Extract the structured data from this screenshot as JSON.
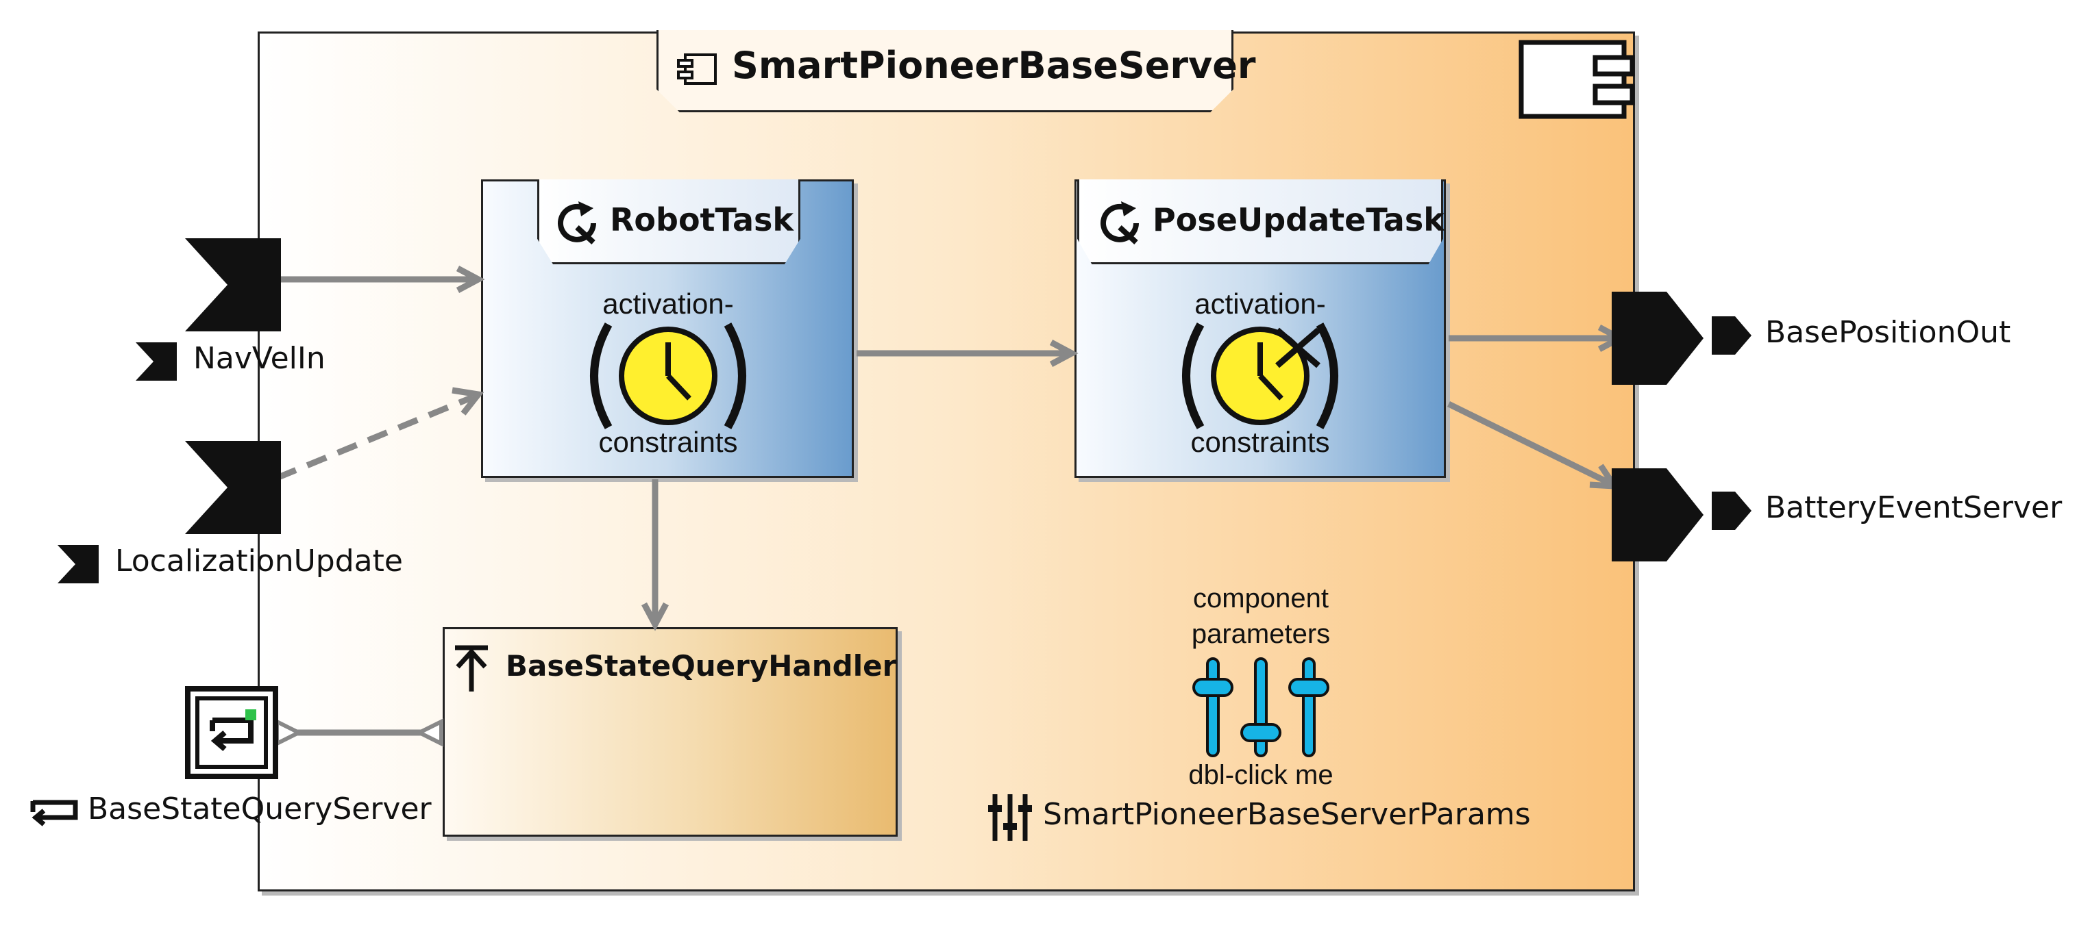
{
  "component": {
    "name": "SmartPioneerBaseServer"
  },
  "tasks": [
    {
      "name": "RobotTask",
      "activation_top": "activation-",
      "activation_bottom": "constraints"
    },
    {
      "name": "PoseUpdateTask",
      "activation_top": "activation-",
      "activation_bottom": "constraints"
    }
  ],
  "handler": {
    "name": "BaseStateQueryHandler"
  },
  "ports": {
    "inputs": [
      "NavVelIn",
      "LocalizationUpdate"
    ],
    "query_server": "BaseStateQueryServer",
    "outputs": [
      "BasePositionOut",
      "BatteryEventServer"
    ]
  },
  "parameters": {
    "line1": "component",
    "line2": "parameters",
    "hint": "dbl-click me",
    "name": "SmartPioneerBaseServerParams"
  },
  "colors": {
    "component_gradient_end": "#fac27a",
    "task_gradient_end": "#6a9ccd",
    "clock_fill": "#ffef2e",
    "slider_fill": "#16b4e6",
    "connector": "#888888"
  },
  "icons": [
    "component-icon",
    "component-uml-icon",
    "refresh-icon",
    "clock-icon",
    "upload-arrow-icon",
    "query-icon",
    "sliders-icon",
    "input-port-icon",
    "output-port-icon"
  ]
}
